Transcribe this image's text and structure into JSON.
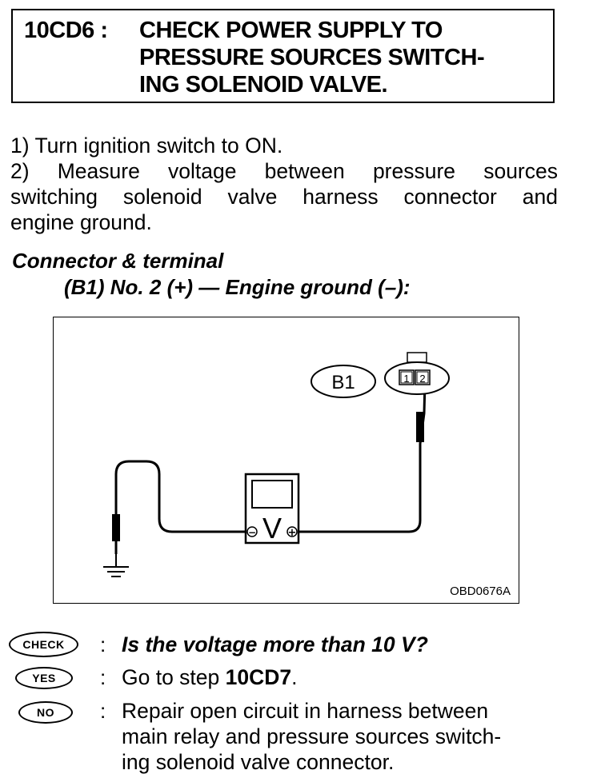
{
  "step": {
    "code": "10CD6 :",
    "title_lines": [
      "CHECK POWER SUPPLY TO",
      "PRESSURE SOURCES SWITCH-",
      "ING SOLENOID VALVE."
    ]
  },
  "instructions": {
    "line1": "1)  Turn ignition switch to ON.",
    "line2": "2)  Measure voltage between pressure sources",
    "line3": "switching solenoid valve harness connector and",
    "line4": "engine ground."
  },
  "connector": {
    "heading": "Connector & terminal",
    "detail": "(B1) No. 2 (+) — Engine ground (–):"
  },
  "diagram": {
    "connector_label": "B1",
    "terminal_1": "1",
    "terminal_2": "2",
    "meter_symbol": "V",
    "minus_symbol": "−",
    "plus_symbol": "+",
    "figure_code": "OBD0676A"
  },
  "checks": {
    "check_badge": "CHECK",
    "check_colon": ":",
    "check_question": "Is the voltage more than 10 V?",
    "yes_badge": "YES",
    "yes_colon": ":",
    "yes_prefix": "Go to step ",
    "yes_step": "10CD7",
    "yes_suffix": ".",
    "no_badge": "NO",
    "no_colon": ":",
    "no_lines": [
      "Repair open circuit in harness between",
      "main relay and pressure sources switch-",
      "ing solenoid valve connector."
    ]
  }
}
